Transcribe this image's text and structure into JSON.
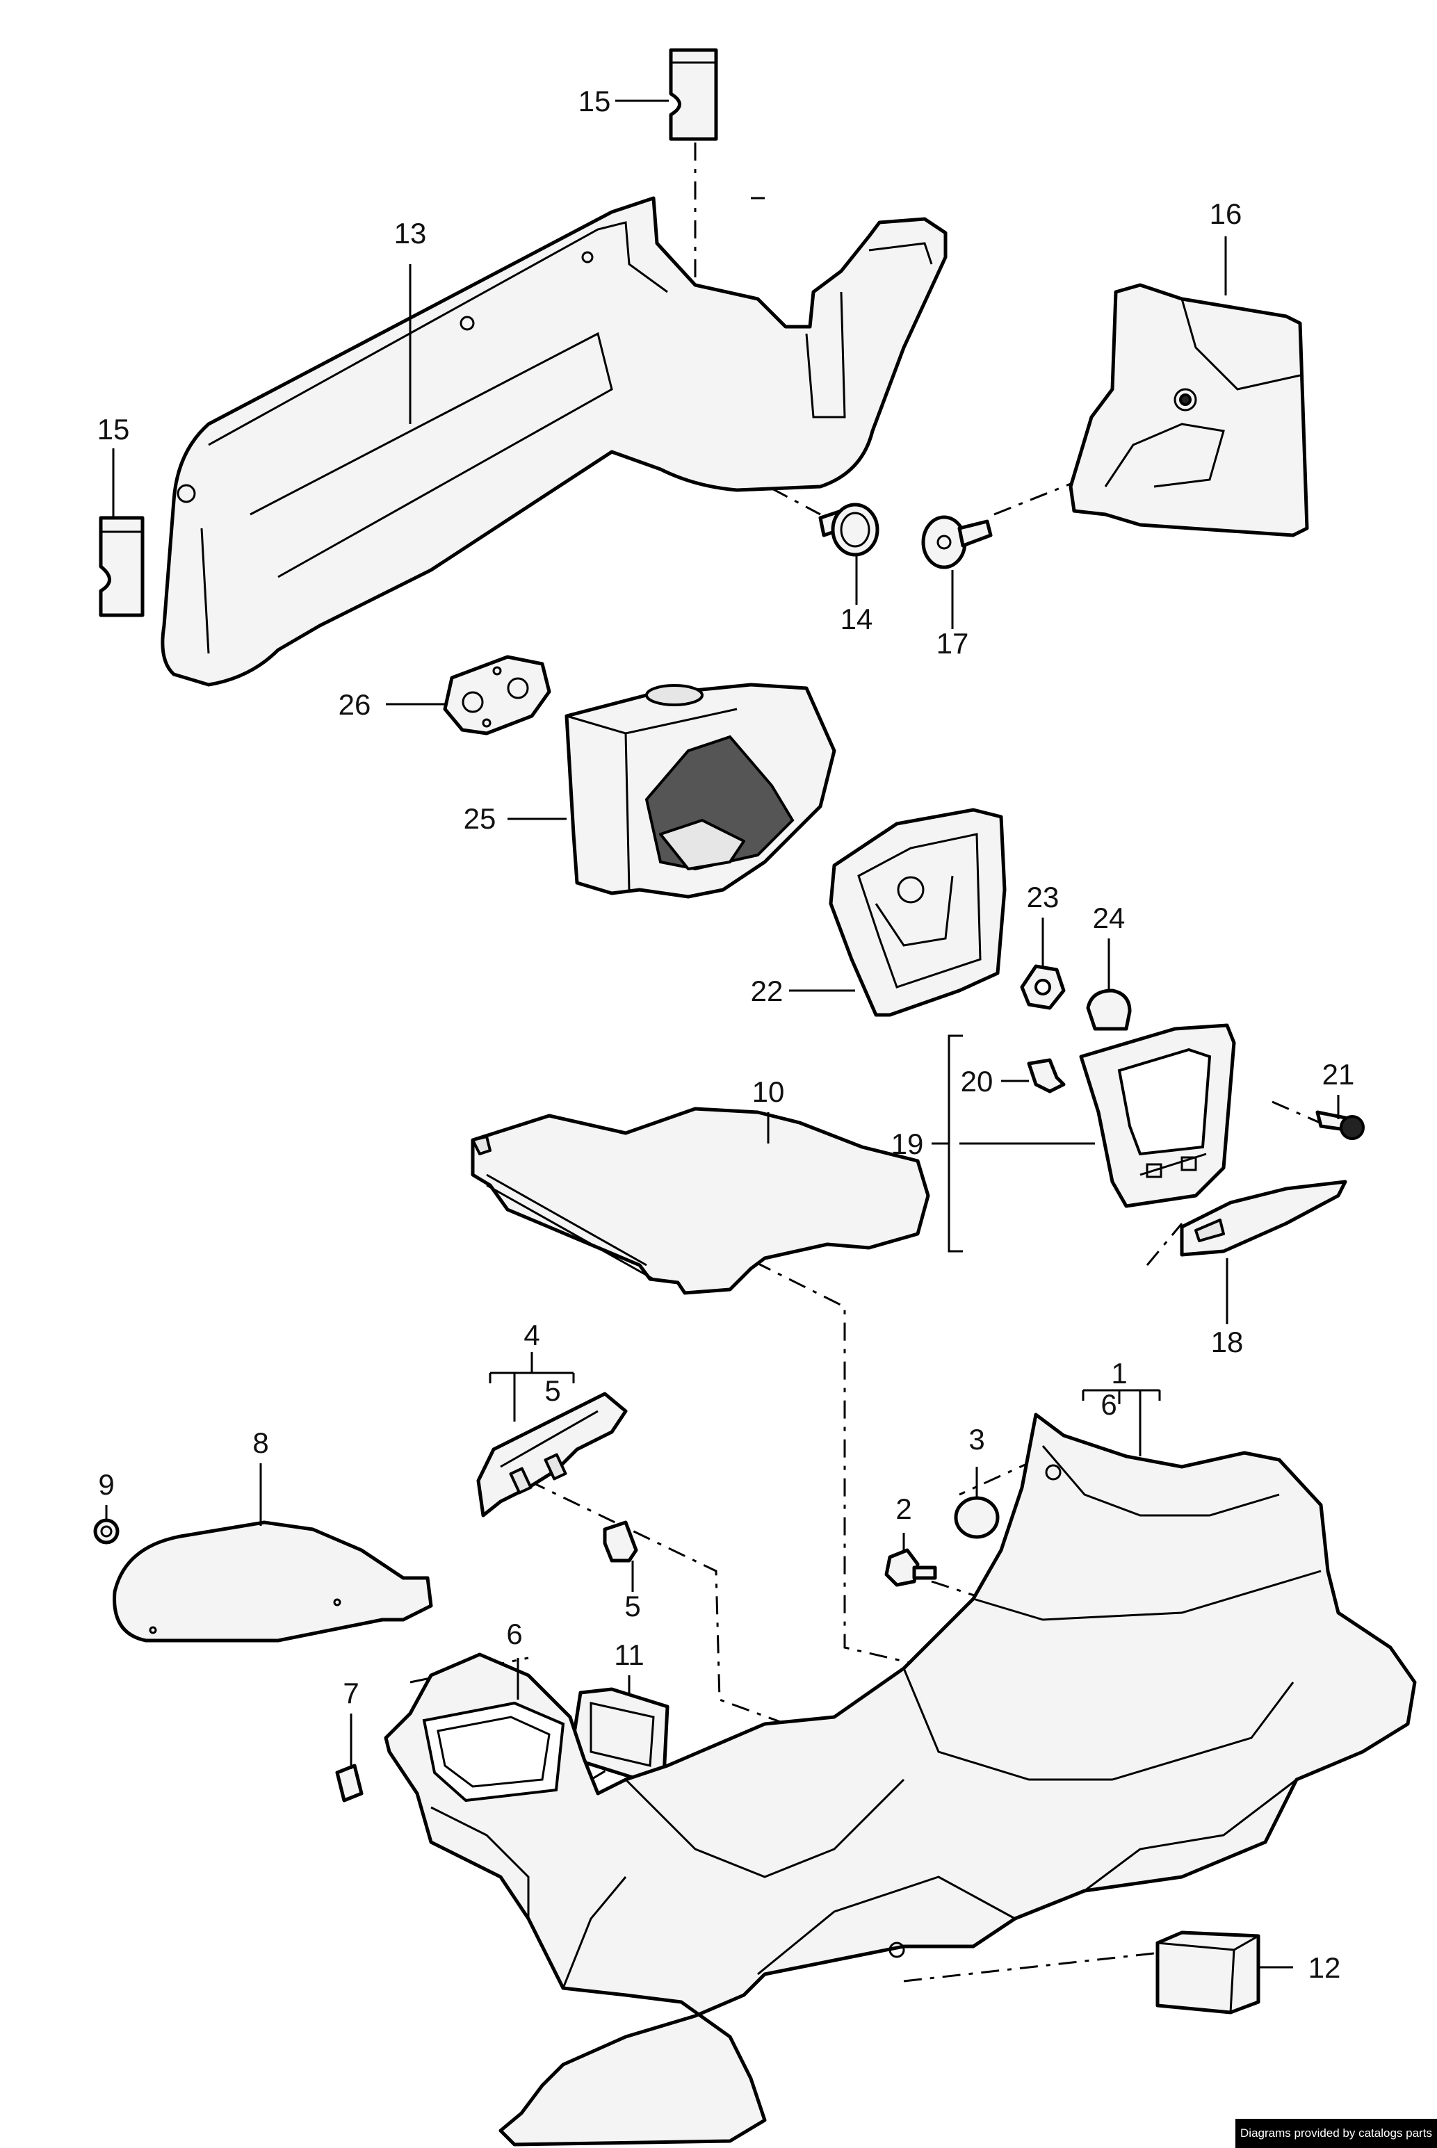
{
  "callouts": {
    "c1": "1",
    "c2": "2",
    "c3": "3",
    "c4": "4",
    "c5a": "5",
    "c5b": "5",
    "c6a": "6",
    "c6b": "6",
    "c7": "7",
    "c8": "8",
    "c9": "9",
    "c10": "10",
    "c11": "11",
    "c12": "12",
    "c13": "13",
    "c14": "14",
    "c15a": "15",
    "c15b": "15",
    "c16": "16",
    "c17": "17",
    "c18": "18",
    "c19": "19",
    "c20": "20",
    "c21": "21",
    "c22": "22",
    "c23": "23",
    "c24": "24",
    "c25": "25",
    "c26": "26"
  },
  "credit": "Diagrams provided by catalogs parts"
}
